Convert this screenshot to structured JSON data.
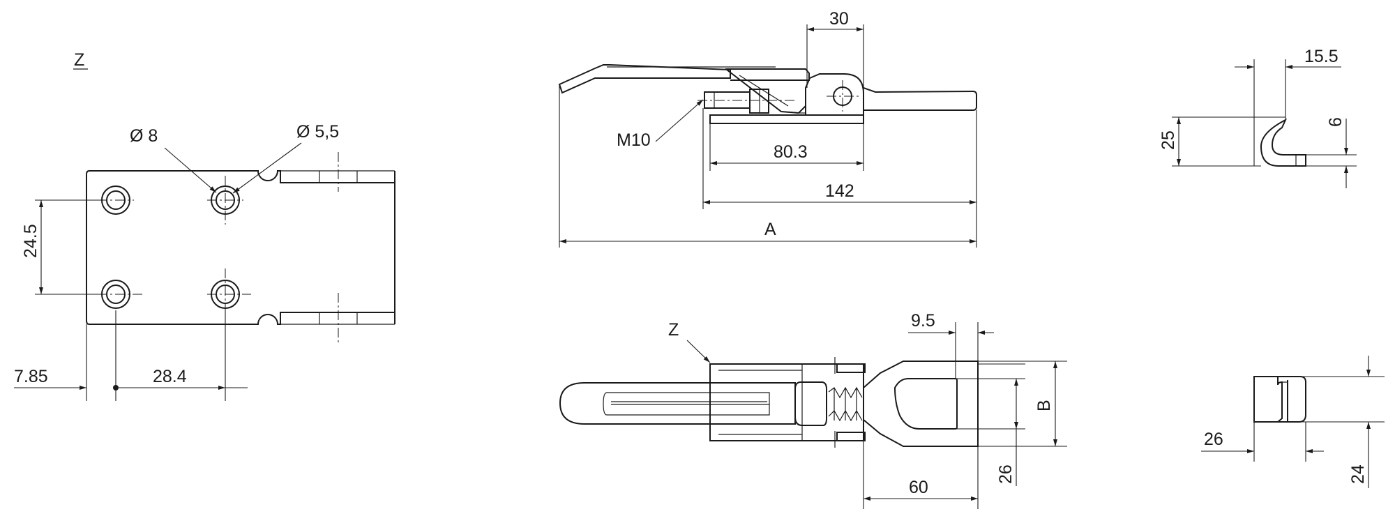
{
  "labels": {
    "view_z": "Z",
    "dia_8": "Ø 8",
    "dia_55": "Ø 5,5",
    "dim_24_5": "24.5",
    "dim_7_85": "7.85",
    "dim_28_4": "28.4",
    "dim_30": "30",
    "dim_m10": "M10",
    "dim_80_3": "80.3",
    "dim_142": "142",
    "dim_a": "A",
    "dim_15_5": "15.5",
    "dim_25": "25",
    "dim_6": "6",
    "dim_9_5": "9.5",
    "dim_b": "B",
    "dim_26_side": "26",
    "dim_60": "60",
    "dim_26_hook": "26",
    "dim_24": "24",
    "ref_z": "Z"
  }
}
